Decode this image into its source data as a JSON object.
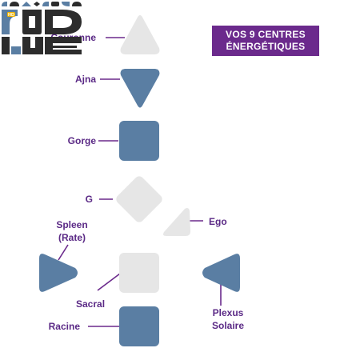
{
  "title": "VOS 9 CENTRES ÉNERGÉTIQUES",
  "logo_badge": "HD",
  "colors": {
    "blue": "#5a7ea3",
    "gray": "#e6e6e6",
    "purple": "#6b2a8c",
    "label": "#5b2a86",
    "dark": "#2c2c2c"
  },
  "centres": {
    "couronne": {
      "label": "Couronne",
      "state": "undefined"
    },
    "ajna": {
      "label": "Ajna",
      "state": "defined"
    },
    "gorge": {
      "label": "Gorge",
      "state": "defined"
    },
    "g": {
      "label": "G",
      "state": "undefined"
    },
    "ego": {
      "label": "Ego",
      "state": "undefined"
    },
    "spleen": {
      "label": "Spleen\n(Rate)",
      "state": "defined"
    },
    "sacral": {
      "label": "Sacral",
      "state": "undefined"
    },
    "plexus": {
      "label": "Plexus\nSolaire",
      "state": "defined"
    },
    "racine": {
      "label": "Racine",
      "state": "defined"
    }
  }
}
